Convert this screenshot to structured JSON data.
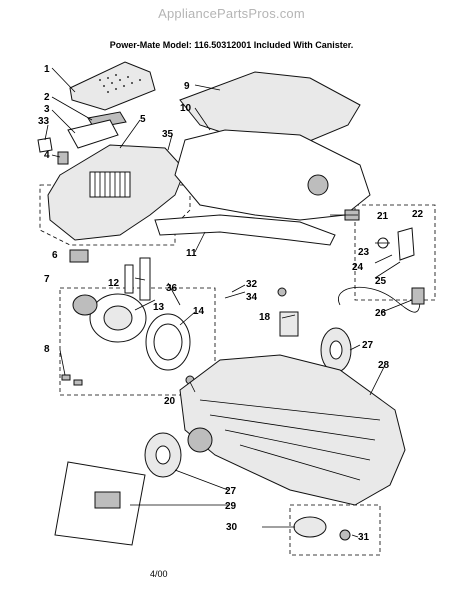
{
  "watermark": "AppliancePartsPros.com",
  "title": "Power-Mate Model: 116.50312001 Included With Canister.",
  "date": "4/00",
  "callouts": {
    "n1": "1",
    "n2": "2",
    "n3": "3",
    "n4": "4",
    "n5": "5",
    "n6": "6",
    "n7": "7",
    "n8": "8",
    "n9": "9",
    "n10": "10",
    "n11": "11",
    "n12": "12",
    "n13": "13",
    "n14": "14",
    "n18": "18",
    "n20": "20",
    "n21": "21",
    "n22": "22",
    "n23": "23",
    "n24": "24",
    "n25": "25",
    "n26": "26",
    "n27a": "27",
    "n27b": "27",
    "n28": "28",
    "n29": "29",
    "n30": "30",
    "n31": "31",
    "n32": "32",
    "n33": "33",
    "n34": "34",
    "n35": "35",
    "n36": "36"
  }
}
